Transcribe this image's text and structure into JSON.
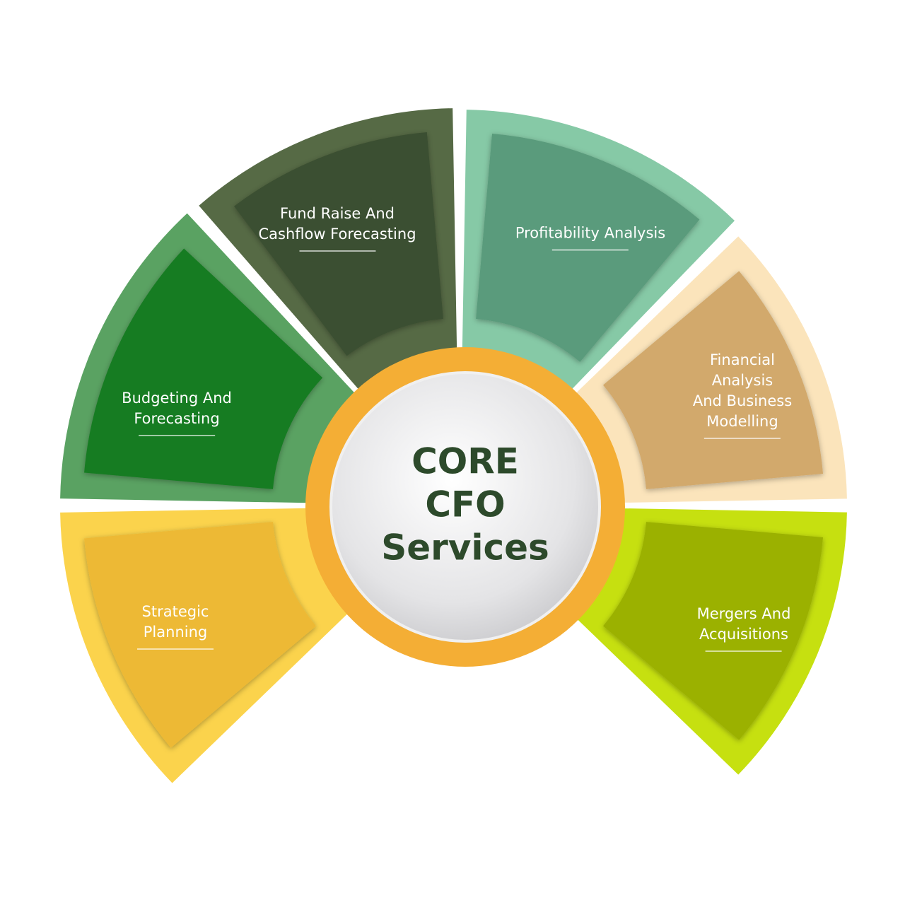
{
  "center": {
    "line1": "CORE",
    "line2": "CFO",
    "line3": "Services"
  },
  "segments": [
    {
      "id": "fund-raise",
      "lines": [
        "Fund Raise And",
        "Cashflow Forecasting"
      ],
      "outer": "#566a45",
      "inner": "#3b4f30"
    },
    {
      "id": "profitability",
      "lines": [
        "Profitability Analysis"
      ],
      "outer": "#86c9a6",
      "inner": "#5a9b7b"
    },
    {
      "id": "financial-analysis",
      "lines": [
        "Financial",
        "Analysis",
        "And Business",
        "Modelling"
      ],
      "outer": "#fbe4bb",
      "inner": "#d2a96c"
    },
    {
      "id": "mergers",
      "lines": [
        "Mergers And",
        "Acquisitions"
      ],
      "outer": "#c6e010",
      "inner": "#9bb100"
    },
    {
      "id": "strategic-planning",
      "lines": [
        "Strategic",
        "Planning"
      ],
      "outer": "#fbd34c",
      "inner": "#edb934"
    },
    {
      "id": "budgeting",
      "lines": [
        "Budgeting And",
        "Forecasting"
      ],
      "outer": "#5aa262",
      "inner": "#187b23"
    }
  ],
  "colors": {
    "ring": "#f4ae35",
    "text": "#2d4a2b"
  }
}
